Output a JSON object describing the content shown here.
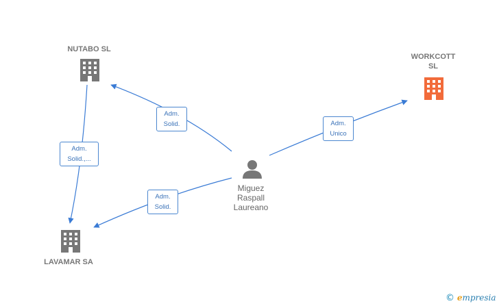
{
  "nodes": {
    "nutabo": {
      "label": "NUTABO  SL",
      "color": "#777777"
    },
    "workcott": {
      "label_line1": "WORKCOTT",
      "label_line2": "SL",
      "color": "#f26b3a"
    },
    "lavamar": {
      "label": "LAVAMAR SA",
      "color": "#777777"
    },
    "person": {
      "line1": "Miguez",
      "line2": "Raspall",
      "line3": "Laureano",
      "color": "#777777"
    }
  },
  "edges": [
    {
      "id": "person-nutabo",
      "line1": "Adm.",
      "line2": "Solid."
    },
    {
      "id": "person-workcott",
      "line1": "Adm.",
      "line2": "Unico"
    },
    {
      "id": "person-lavamar",
      "line1": "Adm.",
      "line2": "Solid."
    },
    {
      "id": "nutabo-lavamar",
      "line1": "Adm.",
      "line2": "Solid.,..."
    }
  ],
  "edge_color": "#3a7bd5",
  "brand": {
    "copyright": "©",
    "initial": "e",
    "rest": "mpresia"
  }
}
